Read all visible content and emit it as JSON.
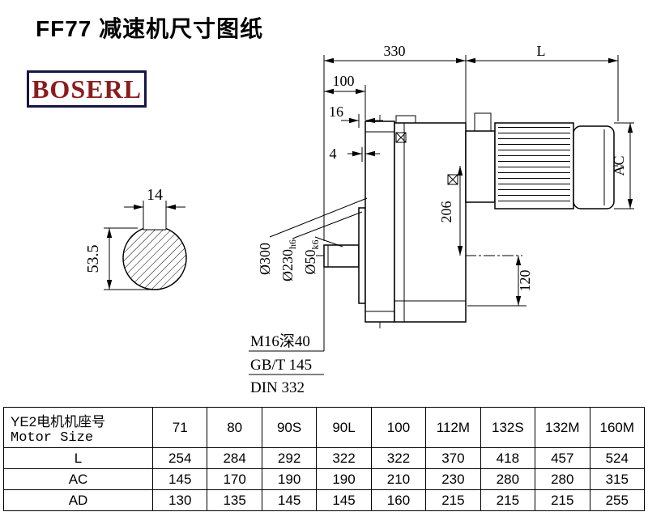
{
  "page": {
    "title": "FF77 减速机尺寸图纸",
    "logo": "BOSERL"
  },
  "drawing": {
    "section": {
      "key_width": "14",
      "shaft_height": "53.5"
    },
    "dims": {
      "top_330": "330",
      "top_L": "L",
      "d100": "100",
      "d16": "16",
      "d4": "4",
      "ac": "AC",
      "d206": "206",
      "d120": "120",
      "phi300": "Ø300",
      "phi230": "Ø230",
      "phi230_tol": "h6",
      "phi50": "Ø50",
      "phi50_tol": "k6"
    },
    "notes": {
      "tap": "M16深40",
      "gb": "GB/T 145",
      "din": "DIN 332"
    }
  },
  "table": {
    "header": {
      "label_cn": "YE2电机机座号",
      "label_en": "Motor Size",
      "sizes": [
        "71",
        "80",
        "90S",
        "90L",
        "100",
        "112M",
        "132S",
        "132M",
        "160M"
      ]
    },
    "rows": [
      {
        "label": "L",
        "values": [
          "254",
          "284",
          "292",
          "322",
          "322",
          "370",
          "418",
          "457",
          "524"
        ]
      },
      {
        "label": "AC",
        "values": [
          "145",
          "170",
          "190",
          "190",
          "210",
          "230",
          "280",
          "280",
          "315"
        ]
      },
      {
        "label": "AD",
        "values": [
          "130",
          "135",
          "145",
          "145",
          "160",
          "215",
          "215",
          "215",
          "255"
        ]
      }
    ]
  }
}
